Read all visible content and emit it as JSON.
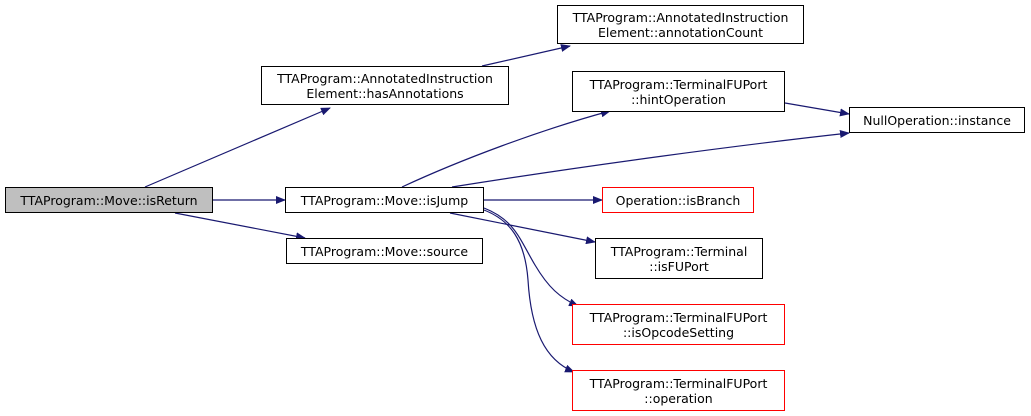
{
  "colors": {
    "edge": "#191970",
    "node_border": "#000000",
    "node_border_incomplete": "#ff0000",
    "root_fill": "#bfbfbf"
  },
  "nodes": {
    "root": {
      "lines": [
        "TTAProgram::Move::isReturn"
      ]
    },
    "hasAnnotations": {
      "lines": [
        "TTAProgram::AnnotatedInstruction",
        "Element::hasAnnotations"
      ]
    },
    "isJump": {
      "lines": [
        "TTAProgram::Move::isJump"
      ]
    },
    "source": {
      "lines": [
        "TTAProgram::Move::source"
      ]
    },
    "annotationCount": {
      "lines": [
        "TTAProgram::AnnotatedInstruction",
        "Element::annotationCount"
      ]
    },
    "hintOperation": {
      "lines": [
        "TTAProgram::TerminalFUPort",
        "::hintOperation"
      ]
    },
    "nullInstance": {
      "lines": [
        "NullOperation::instance"
      ]
    },
    "isBranch": {
      "lines": [
        "Operation::isBranch"
      ]
    },
    "isFUPort": {
      "lines": [
        "TTAProgram::Terminal",
        "::isFUPort"
      ]
    },
    "isOpcodeSetting": {
      "lines": [
        "TTAProgram::TerminalFUPort",
        "::isOpcodeSetting"
      ]
    },
    "operation": {
      "lines": [
        "TTAProgram::TerminalFUPort",
        "::operation"
      ]
    }
  }
}
